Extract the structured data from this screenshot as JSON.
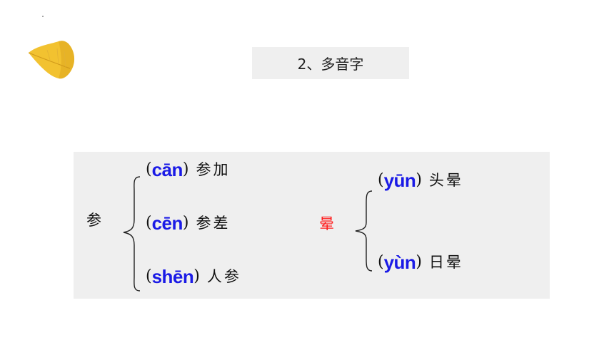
{
  "slide": {
    "title": "2、多音字"
  },
  "groups": [
    {
      "character": "参",
      "character_color": "#111111",
      "readings": [
        {
          "pinyin": "cān",
          "word": "参加"
        },
        {
          "pinyin": "cēn",
          "word": "参差"
        },
        {
          "pinyin": "shēn",
          "word": "人参"
        }
      ]
    },
    {
      "character": "晕",
      "character_color": "#ff1a1a",
      "readings": [
        {
          "pinyin": "yūn",
          "word": "头晕"
        },
        {
          "pinyin": "yùn",
          "word": "日晕"
        }
      ]
    }
  ],
  "colors": {
    "pinyin": "#1a1ae6",
    "highlight": "#ff1a1a",
    "panel_background": "#efefef",
    "leaf": "#f2c230"
  },
  "decoration": {
    "leaf_icon": "yellow-leaf-icon"
  }
}
